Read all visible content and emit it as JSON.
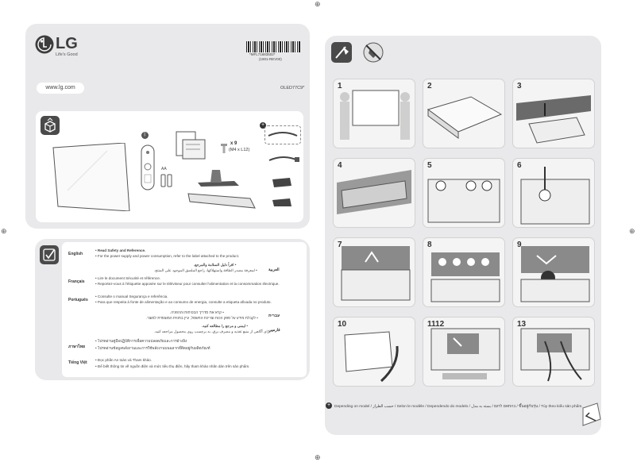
{
  "brand": {
    "name": "LG",
    "tagline": "Life's Good"
  },
  "barcode_number": "*MFL71683502*",
  "barcode_sub": "(1901-REV00)",
  "website": "www.lg.com",
  "model": "OLED77C9*",
  "parts": {
    "aa_label": "AA",
    "screw_count": "x 9",
    "screw_size": "(M4 x L12)"
  },
  "safety": [
    {
      "lang": "English",
      "lines": [
        "• Read Safety and Reference.",
        "• For the power supply and power consumption, refer to the label attached to the product."
      ]
    },
    {
      "lang": "Français",
      "lines": [
        "• Lire le document Sécurité et référence.",
        "• Reportez-vous à l'étiquette apposée sur le téléviseur pour consulter l'alimentation et la consommation électrique."
      ]
    },
    {
      "lang": "Português",
      "lines": [
        "• Consulte o manual Segurança e referência.",
        "• Para que respeita à fonte de alimentação e ao consumo de energia, consulte a etiqueta afixada no produto."
      ]
    },
    {
      "lang": "ภาษาไทย",
      "lines": [
        "• โปรดอ่านคู่มือปฏิบัติการเพื่อความปลอดภัยและการอ้างอิง",
        "• โปรดอ่านข้อมูลพลังงานและการใช้พลังงานบนฉลากที่ติดอยู่กับผลิตภัณฑ์"
      ]
    },
    {
      "lang": "Tiếng Việt",
      "lines": [
        "• Đọc phần An toàn và Tham khảo.",
        "• Để biết thông tin về nguồn điện và mức tiêu thụ điện, hãy tham khảo nhãn dán trên sản phẩm."
      ]
    }
  ],
  "safety_rtl": [
    {
      "lang": "العربية",
      "lines": [
        "• اقرأ دليل السلامة والمرجع.",
        "• لمعرفة مصدر الطاقة واستهلاكها، راجع الملصق الموجود على المنتج."
      ]
    },
    {
      "lang": "עברית",
      "lines": [
        "• קרא את מדריך הבטיחות וההפניה.",
        "• לקבלת מידע על ספק הכוח וצריכת החשמל, עיין בתווית המוצמדת למוצר."
      ]
    },
    {
      "lang": "فارسی",
      "lines": [
        "• ایمنی و مرجع را مطالعه کنید.",
        "• برای آگاهی از منبع تغذیه و مصرف برق، به برچسب روی محصول مراجعه کنید."
      ]
    }
  ],
  "steps": [
    "1",
    "2",
    "3",
    "4",
    "5",
    "6",
    "7",
    "8",
    "9",
    "10",
    "11",
    "12",
    "13"
  ],
  "footer_note": "Depending on model / حسب الطراز / Selon le modèle / Dependendo do modelo / בהתאם לדגם / بسته به مدل / ขึ้นอยู่กับรุ่น / Tùy theo kiểu sản phẩm."
}
